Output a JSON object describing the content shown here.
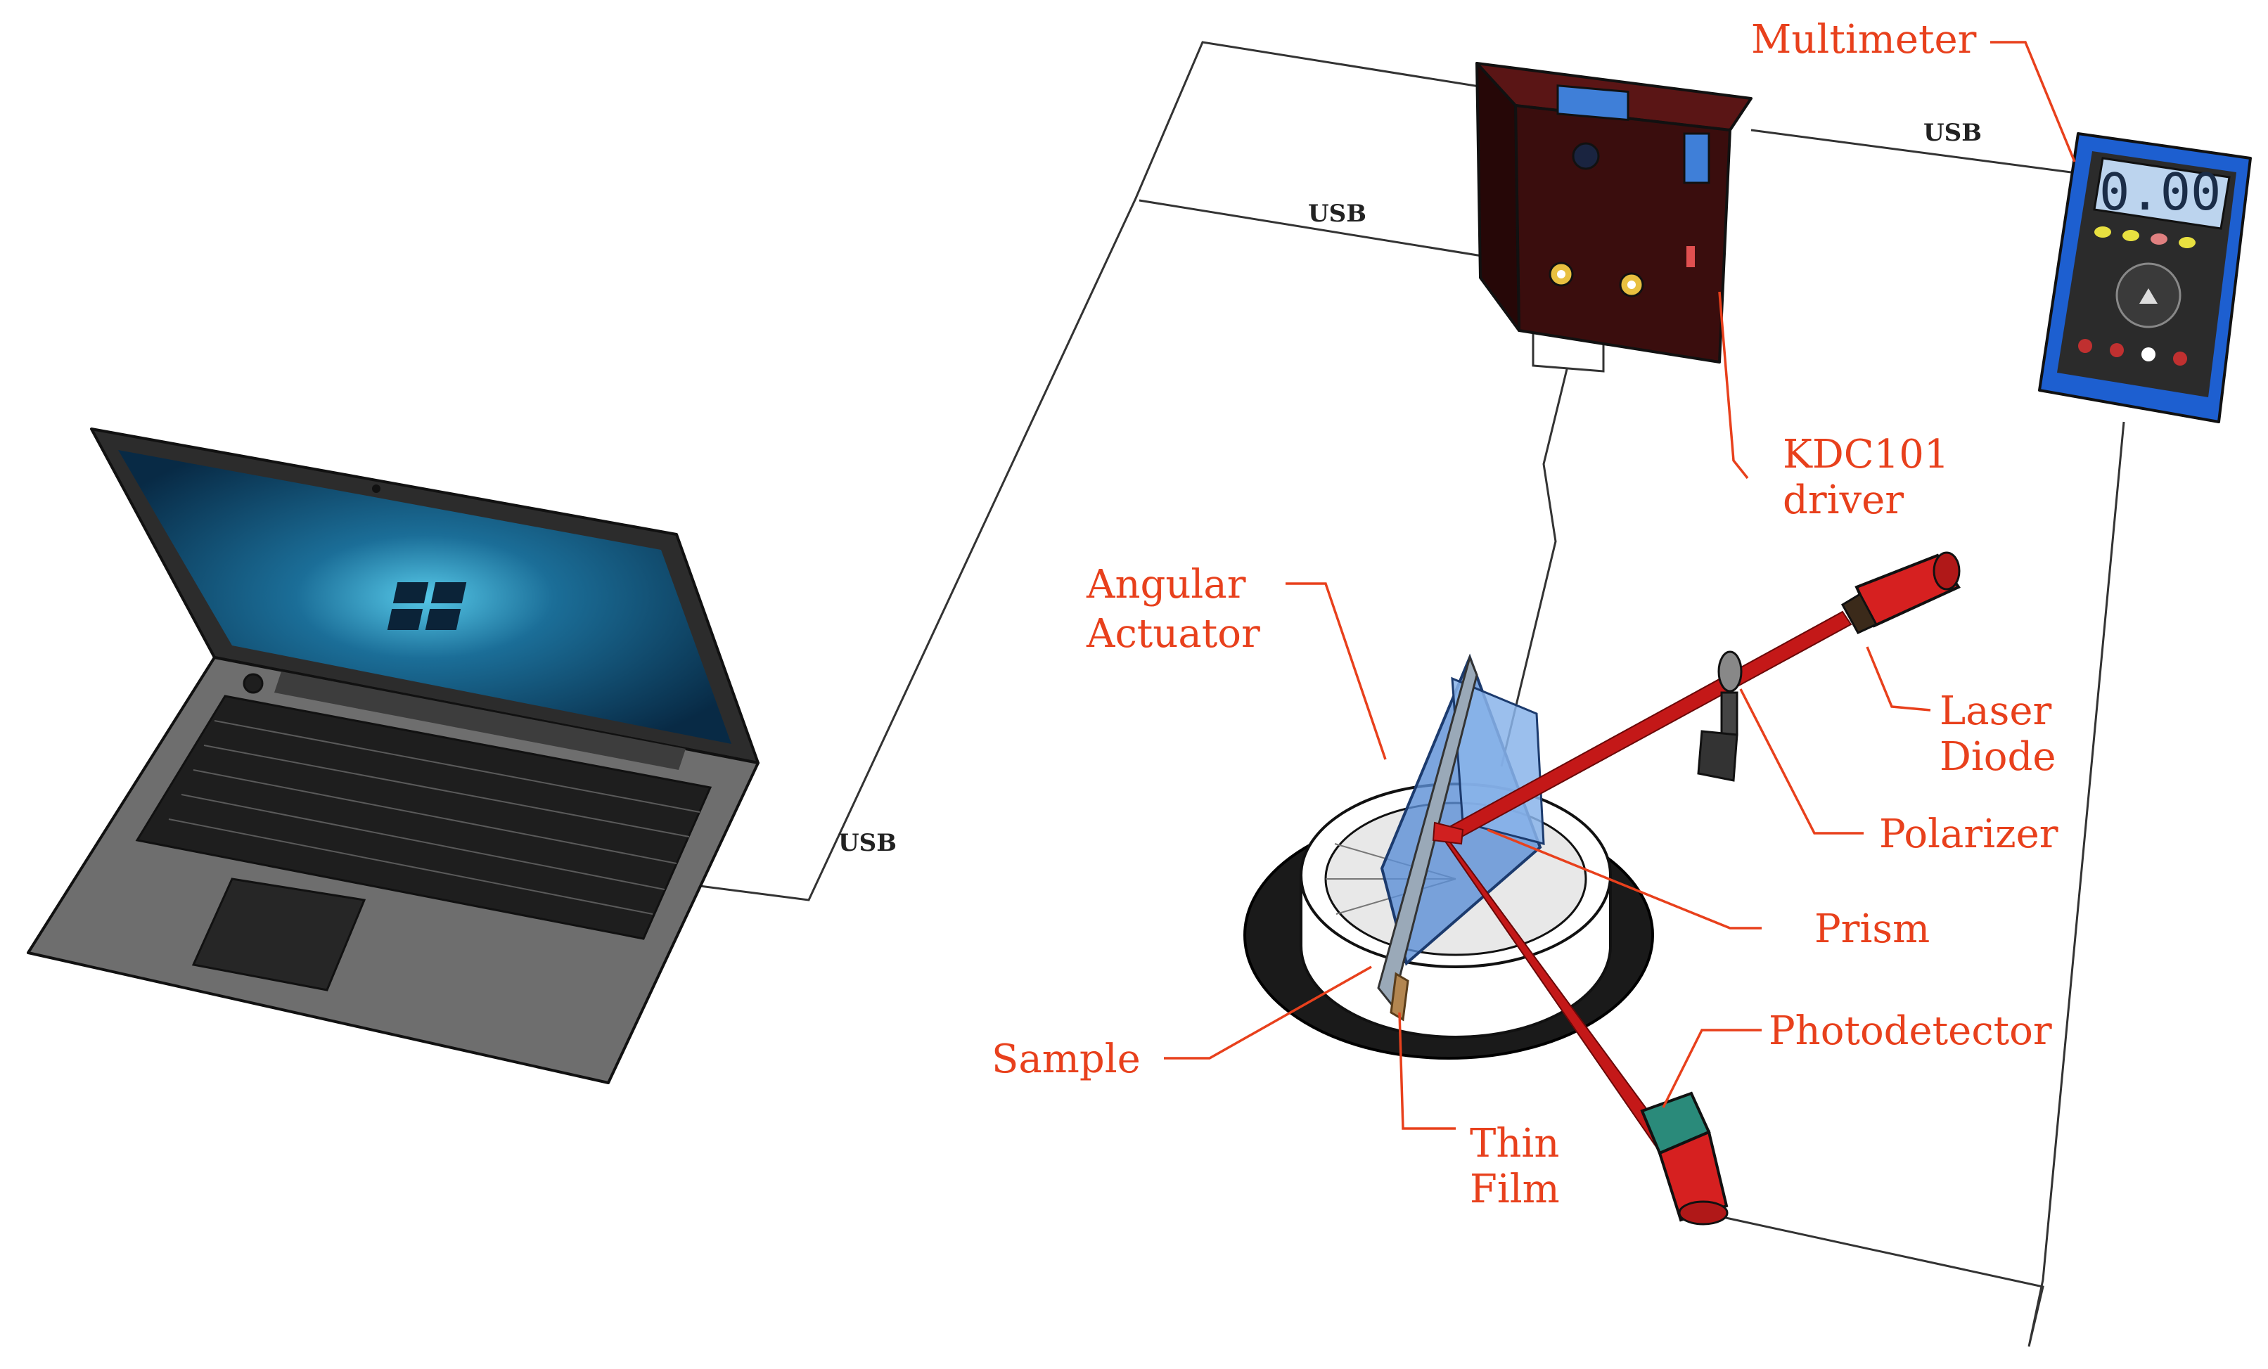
{
  "labels": {
    "multimeter": "Multimeter",
    "kdc_line1": "KDC101",
    "kdc_line2": "driver",
    "angular_line1": "Angular",
    "angular_line2": "Actuator",
    "laser_line1": "Laser",
    "laser_line2": "Diode",
    "polarizer": "Polarizer",
    "prism": "Prism",
    "sample": "Sample",
    "photodetector": "Photodetector",
    "thinfilm_line1": "Thin",
    "thinfilm_line2": "Film"
  },
  "connections": {
    "usb_driver": "USB",
    "usb_multimeter": "USB",
    "usb_laptop": "USB"
  },
  "multimeter_display": "0.00",
  "colors": {
    "label": "#e8401c",
    "laser_beam": "#c41818",
    "prism": "#5b8fd6",
    "driver_body": "#3a0d0d",
    "multimeter_body": "#1d5fd0",
    "laptop_screen": "#0c3f66"
  }
}
